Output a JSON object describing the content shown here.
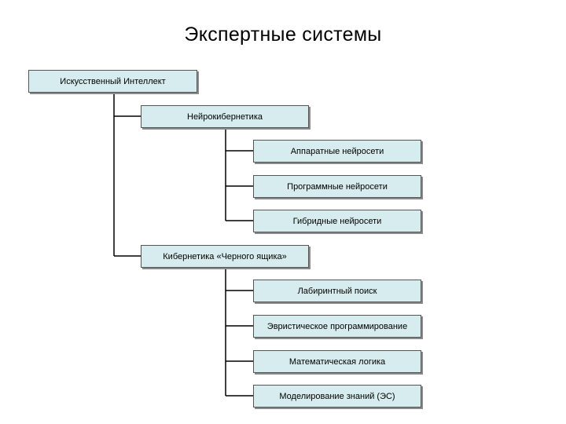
{
  "title": "Экспертные системы",
  "nodes": {
    "root": "Искусственный Интеллект",
    "neuro": "Нейрокибернетика",
    "neuro_children": [
      "Аппаратные нейросети",
      "Программные нейросети",
      "Гибридные нейросети"
    ],
    "black": "Кибернетика «Черного ящика»",
    "black_children": [
      "Лабиринтный поиск",
      "Эвристическое программирование",
      "Математическая логика",
      "Моделирование знаний (ЭС)"
    ]
  }
}
